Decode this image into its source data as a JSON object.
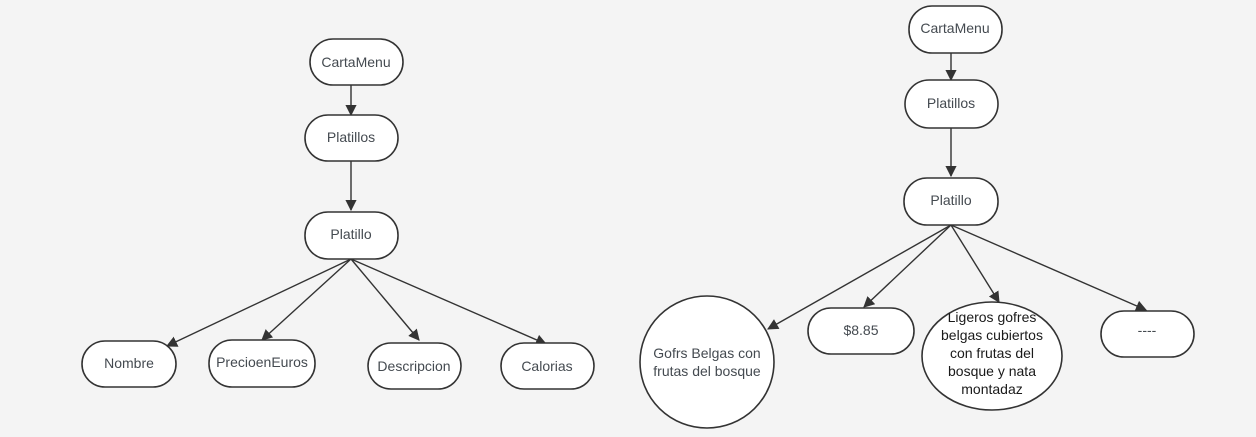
{
  "left_diagram": {
    "root": "CartaMenu",
    "collection": "Platillos",
    "item": "Platillo",
    "attributes": [
      "Nombre",
      "PrecioenEuros",
      "Descripcion",
      "Calorias"
    ]
  },
  "right_diagram": {
    "root": "CartaMenu",
    "collection": "Platillos",
    "item": "Platillo",
    "values": {
      "nombre_line1": "Gofrs Belgas con",
      "nombre_line2": "frutas del bosque",
      "precio": "$8.85",
      "descripcion_line1": "Ligeros gofres",
      "descripcion_line2": "belgas cubiertos",
      "descripcion_line3": "con frutas del",
      "descripcion_line4": "bosque y nata",
      "descripcion_line5": "montadaz",
      "calorias": "----"
    }
  }
}
